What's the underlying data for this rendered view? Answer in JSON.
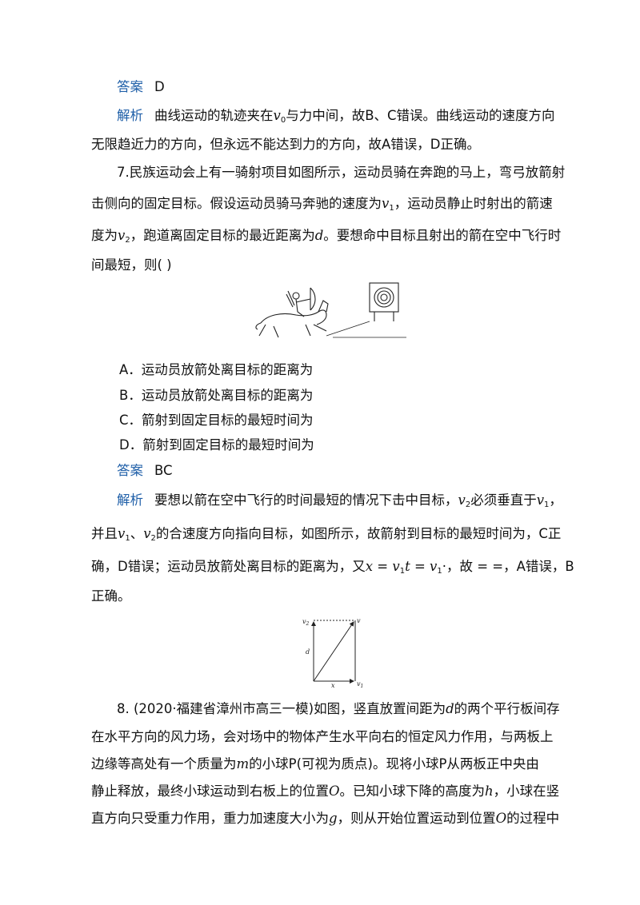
{
  "sec_prev": {
    "answer_tag": "答案",
    "answer_value": "D",
    "analysis_tag": "解析",
    "l1_a": "曲线运动的轨迹夹在",
    "l1_v": "v",
    "l1_sub": "0",
    "l1_b": "与力中间，故B、C错误。曲线运动的速度方向",
    "l2": "无限趋近力的方向，但永远不能达到力的方向，故A错误，D正确。"
  },
  "q7": {
    "s1": "7.民族运动会上有一骑射项目如图所示，运动员骑在奔跑的马上，弯弓放箭射",
    "s2_a": "击侧向的固定目标。假设运动员骑马奔驰的速度为",
    "s2_b": "，运动员静止时射出的箭速",
    "s3_a": "度为",
    "s3_b": "，跑道离固定目标的最近距离为",
    "s3_d": "d",
    "s3_c": "。要想命中目标且射出的箭在空中飞行时",
    "s4": "间最短，则(        )",
    "options": [
      "A．运动员放箭处离目标的距离为",
      "B．运动员放箭处离目标的距离为",
      "C．箭射到固定目标的最短时间为",
      "D．箭射到固定目标的最短时间为"
    ],
    "answer_tag": "答案",
    "answer_value": "BC",
    "analysis_tag": "解析",
    "a1_a": "要想以箭在空中飞行的时间最短的情况下击中目标，",
    "a1_b": "必须垂直于",
    "a1_c": "，",
    "a2_a": "并且",
    "a2_b": "、",
    "a2_c": "的合速度方向指向目标，如图所示，故箭射到目标的最短时间为，C正",
    "a3_a": "确，D错误；运动员放箭处离目标的距离为，又",
    "a3_x": "x",
    "a3_eq": " = ",
    "a3_t": "t",
    "a3_dot": "·",
    "a3_b": "，故  =  =，A错误，B",
    "a4": "正确。",
    "v": "v",
    "sub1": "1",
    "sub2": "2"
  },
  "figure2": {
    "v2": "v",
    "v2_sub": "2",
    "v": "v",
    "d": "d",
    "x": "x",
    "v1": "v",
    "v1_sub": "1"
  },
  "q8": {
    "l1_a": "8. (2020·福建省漳州市高三一模)如图，竖直放置间距为",
    "l1_d": "d",
    "l1_b": "的两个平行板间存",
    "l2": "在水平方向的风力场，会对场中的物体产生水平向右的恒定风力作用，与两板上",
    "l3_a": "边缘等高处有一个质量为",
    "l3_m": "m",
    "l3_b": "的小球P(可视为质点)。现将小球P从两板正中央由",
    "l4_a": "静止释放，最终小球运动到右板上的位置",
    "l4_o": "O",
    "l4_b": "。已知小球下降的高度为",
    "l4_h": "h",
    "l4_c": "，小球在竖",
    "l5_a": "直方向只受重力作用，重力加速度大小为",
    "l5_g": "g",
    "l5_b": "，则从开始位置运动到位置",
    "l5_o": "O",
    "l5_c": "的过程中"
  }
}
